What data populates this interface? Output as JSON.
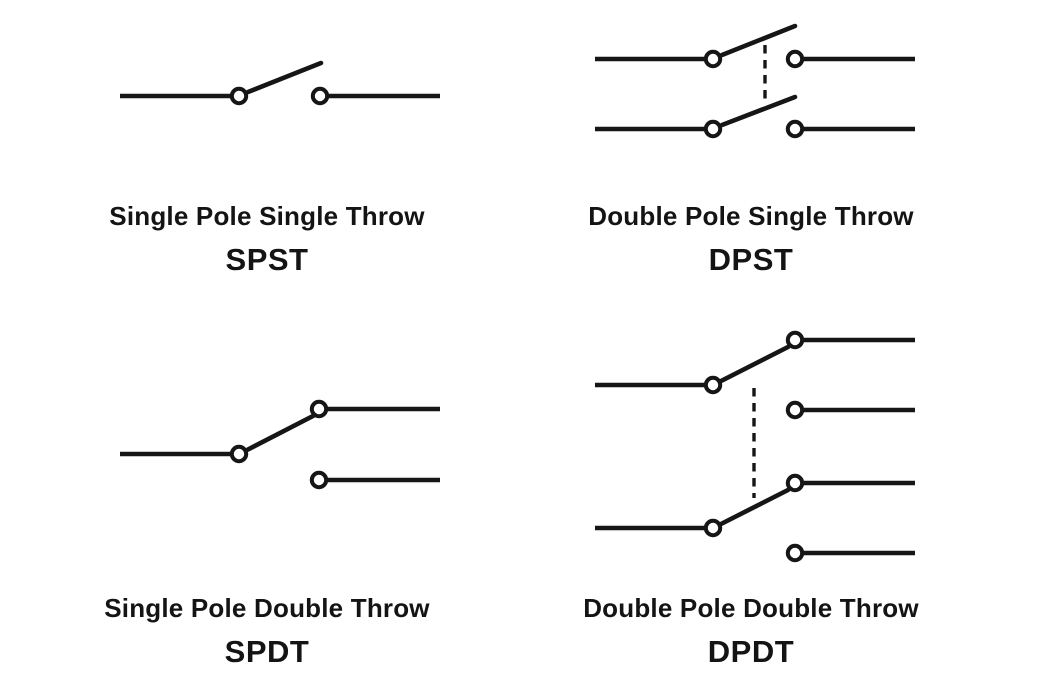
{
  "theme": {
    "background": "#ffffff",
    "ink": "#161616",
    "text": "#141414"
  },
  "switches": [
    {
      "id": "spst",
      "name": "Single Pole Single Throw",
      "abbr": "SPST"
    },
    {
      "id": "dpst",
      "name": "Double Pole Single Throw",
      "abbr": "DPST"
    },
    {
      "id": "spdt",
      "name": "Single Pole Double Throw",
      "abbr": "SPDT"
    },
    {
      "id": "dpdt",
      "name": "Double Pole Double Throw",
      "abbr": "DPDT"
    }
  ]
}
